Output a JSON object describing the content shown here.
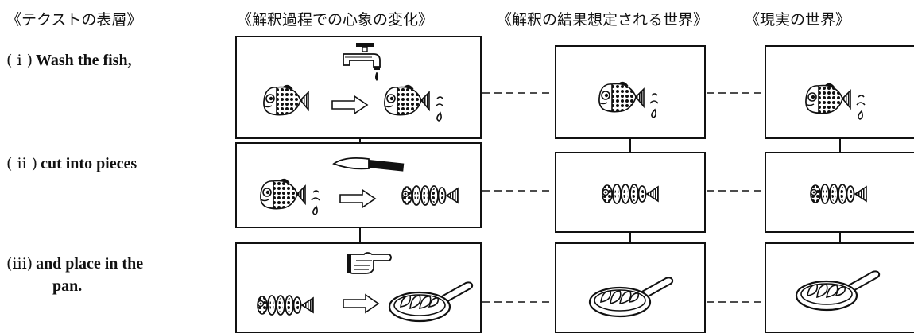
{
  "headers": {
    "text_surface": "《テクストの表層》",
    "mental_change": "《解釈過程での心象の変化》",
    "assumed_world": "《解釈の結果想定される世界》",
    "real_world": "《現実の世界》"
  },
  "steps": [
    {
      "num": "( i )",
      "text": "Wash  the  fish,",
      "text2": ""
    },
    {
      "num": "( ii )",
      "text": "cut  into  pieces",
      "text2": ""
    },
    {
      "num": "(iii)",
      "text": "and  place  in  the",
      "text2": "pan."
    }
  ],
  "icons": [
    "fish-icon",
    "faucet-icon",
    "water-drops-icon",
    "knife-icon",
    "fish-slices-icon",
    "pointing-hand-icon",
    "frying-pan-icon",
    "arrow-right-icon"
  ]
}
